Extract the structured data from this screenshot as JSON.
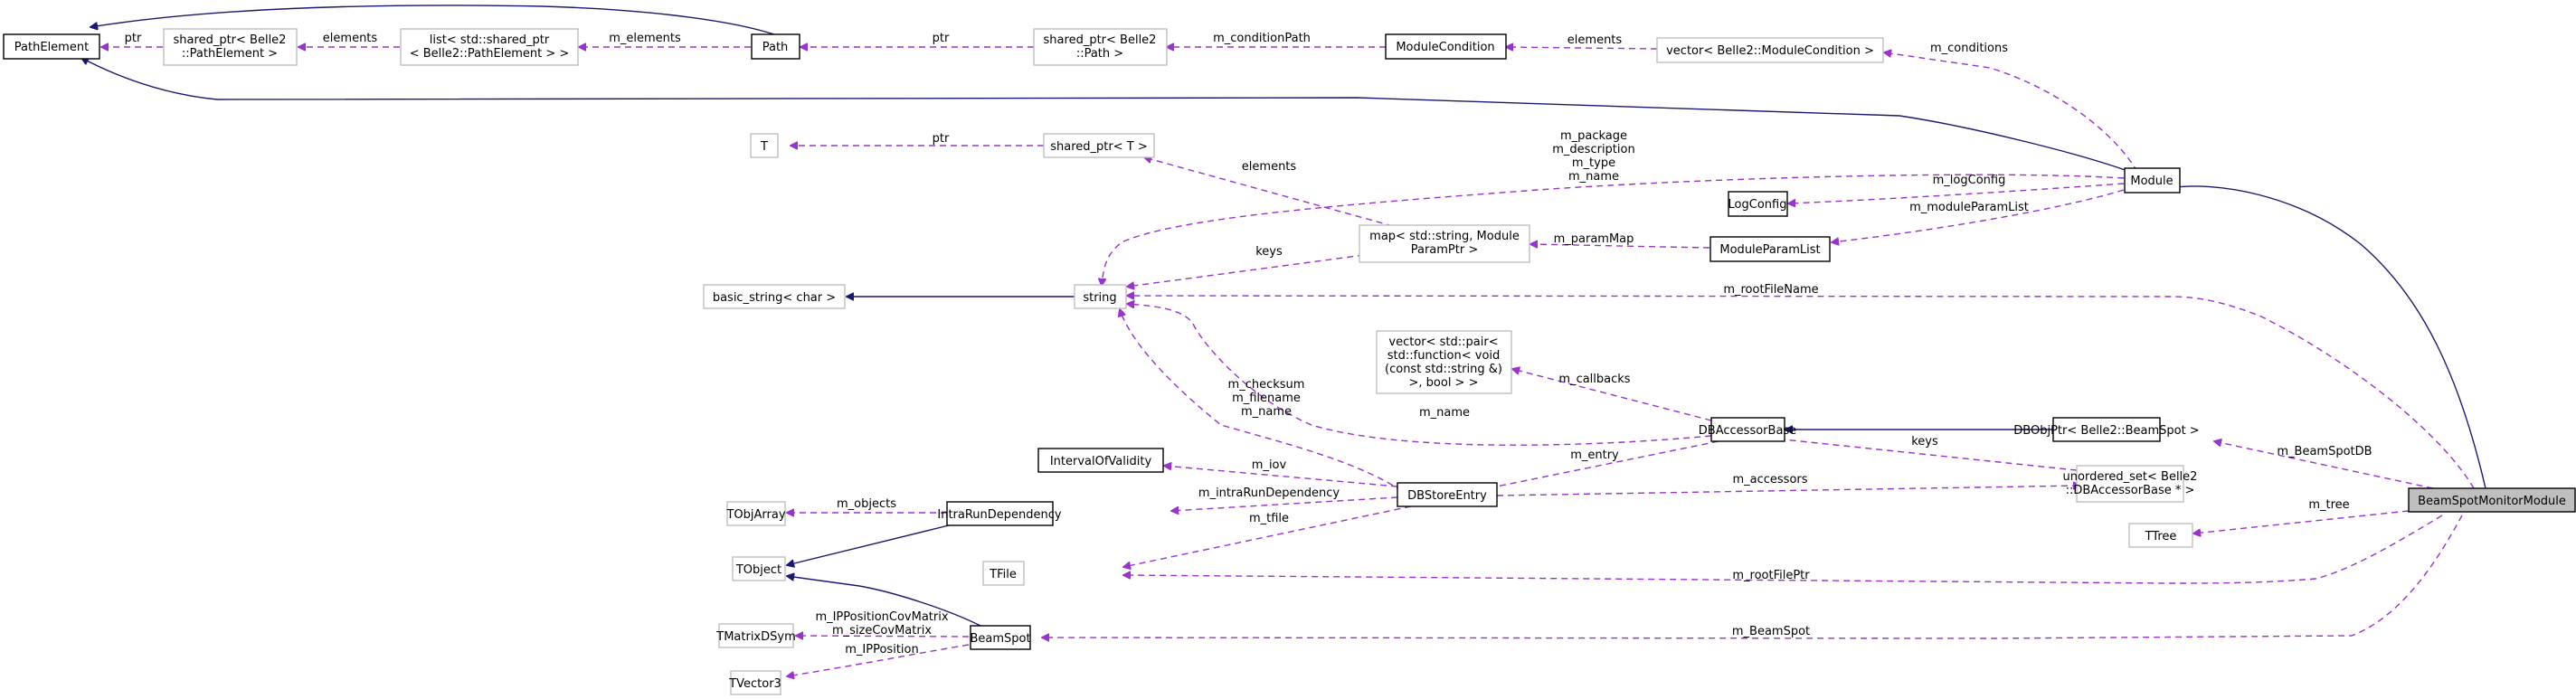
{
  "diagram": {
    "colors": {
      "inheritance": "#191970",
      "member": "#9a32cd",
      "focus_fill": "#bfbfbf",
      "documented_border": "#000000",
      "undocumented_border": "#bfbfbf"
    },
    "nodes": {
      "PathElement": [
        "PathElement"
      ],
      "shared_ptr_PathElement": [
        "shared_ptr< Belle2",
        "::PathElement >"
      ],
      "list_shared_ptr": [
        "list< std::shared_ptr",
        "< Belle2::PathElement > >"
      ],
      "Path": [
        "Path"
      ],
      "shared_ptr_Path": [
        "shared_ptr< Belle2",
        "::Path >"
      ],
      "ModuleCondition": [
        "ModuleCondition"
      ],
      "vector_ModuleCondition": [
        "vector< Belle2::ModuleCondition >"
      ],
      "T": [
        "T"
      ],
      "shared_ptr_T": [
        "shared_ptr< T >"
      ],
      "Module": [
        "Module"
      ],
      "LogConfig": [
        "LogConfig"
      ],
      "map_string": [
        "map< std::string, Module",
        "ParamPtr >"
      ],
      "ModuleParamList": [
        "ModuleParamList"
      ],
      "basic_string": [
        "basic_string< char >"
      ],
      "string": [
        "string"
      ],
      "vector_pair": [
        "vector< std::pair<",
        "std::function< void",
        "(const std::string &)",
        ">, bool > >"
      ],
      "DBAccessorBase": [
        "DBAccessorBase"
      ],
      "DBObjPtr": [
        "DBObjPtr< Belle2::BeamSpot >"
      ],
      "IntervalOfValidity": [
        "IntervalOfValidity"
      ],
      "unordered_set": [
        "unordered_set< Belle2",
        "::DBAccessorBase * >"
      ],
      "BeamSpotMonitorModule": [
        "BeamSpotMonitorModule"
      ],
      "TObjArray": [
        "TObjArray"
      ],
      "IntraRunDependency": [
        "IntraRunDependency"
      ],
      "DBStoreEntry": [
        "DBStoreEntry"
      ],
      "TTree": [
        "TTree"
      ],
      "TObject": [
        "TObject"
      ],
      "TFile": [
        "TFile"
      ],
      "TMatrixDSym": [
        "TMatrixDSym"
      ],
      "BeamSpot": [
        "BeamSpot"
      ],
      "TVector3": [
        "TVector3"
      ]
    },
    "edge_labels": {
      "ptr_pathelement": [
        "ptr"
      ],
      "elements_list": [
        "elements"
      ],
      "m_elements": [
        "m_elements"
      ],
      "ptr_path": [
        "ptr"
      ],
      "m_conditionPath": [
        "m_conditionPath"
      ],
      "elements_vector": [
        "elements"
      ],
      "m_conditions": [
        "m_conditions"
      ],
      "ptr_T": [
        "ptr"
      ],
      "elements_map": [
        "elements"
      ],
      "module_strings": [
        "m_package",
        "m_description",
        "m_type",
        "m_name"
      ],
      "m_logConfig": [
        "m_logConfig"
      ],
      "m_moduleParamList": [
        "m_moduleParamList"
      ],
      "keys_map": [
        "keys"
      ],
      "m_paramMap": [
        "m_paramMap"
      ],
      "m_rootFileName": [
        "m_rootFileName"
      ],
      "m_callbacks": [
        "m_callbacks"
      ],
      "dbstore_strings": [
        "m_checksum",
        "m_filename",
        "m_name"
      ],
      "m_name_accessor": [
        "m_name"
      ],
      "m_entry": [
        "m_entry"
      ],
      "keys_set": [
        "keys"
      ],
      "m_BeamSpotDB": [
        "m_BeamSpotDB"
      ],
      "m_iov": [
        "m_iov"
      ],
      "m_intraRunDependency": [
        "m_intraRunDependency"
      ],
      "m_accessors": [
        "m_accessors"
      ],
      "m_objects": [
        "m_objects"
      ],
      "m_tfile": [
        "m_tfile"
      ],
      "m_tree": [
        "m_tree"
      ],
      "m_rootFilePtr": [
        "m_rootFilePtr"
      ],
      "cov_matrices": [
        "m_IPPositionCovMatrix",
        "m_sizeCovMatrix"
      ],
      "m_IPPosition": [
        "m_IPPosition"
      ],
      "m_BeamSpot": [
        "m_BeamSpot"
      ]
    }
  }
}
